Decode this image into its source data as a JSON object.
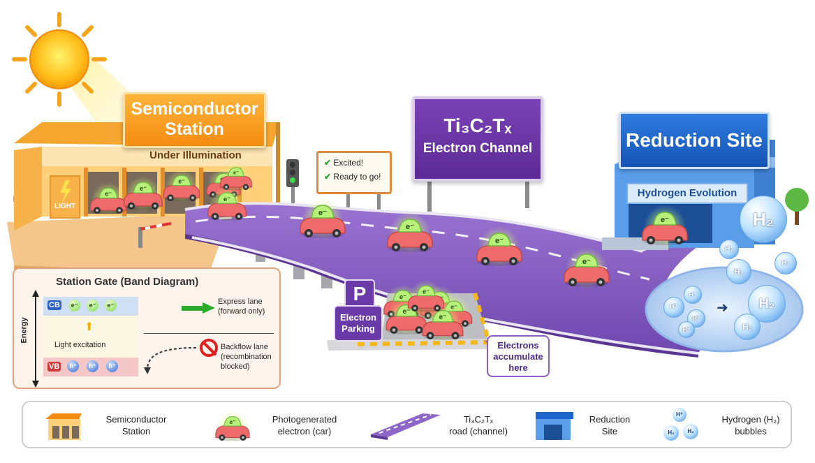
{
  "station": {
    "title": "Semiconductor Station",
    "title_line1": "Semiconductor",
    "title_line2": "Station",
    "subtitle": "Under Illumination",
    "light_label": "LIGHT"
  },
  "channel_sign": {
    "line1": "Ti₃C₂Tₓ",
    "line2": "Electron Channel"
  },
  "status_sign": {
    "line1": "Excited!",
    "line2": "Ready to go!"
  },
  "reduction": {
    "title": "Reduction Site",
    "subtitle": "Hydrogen Evolution"
  },
  "h2_label": "H₂",
  "h_plus_label": "H⁺",
  "electron_label": "e⁻",
  "parking": {
    "p_letter": "P",
    "line1": "Electron",
    "line2": "Parking"
  },
  "accumulate": {
    "line1": "Electrons",
    "line2": "accumulate",
    "line3": "here"
  },
  "band_diagram": {
    "title": "Station Gate (Band Diagram)",
    "axis_label": "Energy",
    "cb_label": "CB",
    "vb_label": "VB",
    "excitation_label": "Light excitation",
    "h_plus": "h⁺",
    "express_line1": "Express lane",
    "express_line2": "(forward only)",
    "backflow_line1": "Backflow lane",
    "backflow_line2": "(recombination",
    "backflow_line3": "blocked)"
  },
  "legend": {
    "items": [
      {
        "line1": "Semiconductor",
        "line2": "Station"
      },
      {
        "line1": "Photogenerated",
        "line2": "electron (car)"
      },
      {
        "line1": "Ti₃C₂Tₓ",
        "line2": "road (channel)"
      },
      {
        "line1": "Reduction",
        "line2": "Site"
      },
      {
        "line1": "Hydrogen (H₂)",
        "line2": "bubbles"
      }
    ]
  },
  "colors": {
    "station_orange": "#f58c12",
    "channel_purple": "#6a3aa8",
    "reduction_blue": "#1f66cc",
    "car_red": "#ef6a6a",
    "electron_green": "#7ed957"
  }
}
